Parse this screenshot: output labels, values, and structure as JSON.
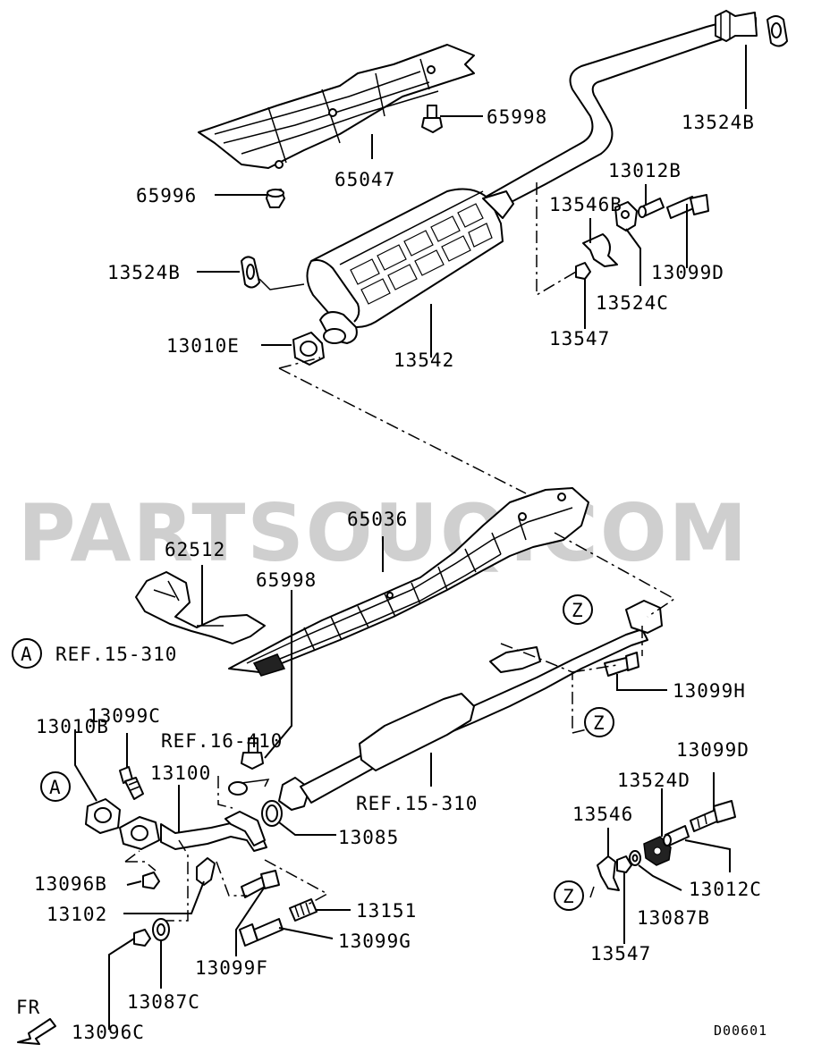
{
  "watermark": "PARTSOUQ.COM",
  "diagram_code": "D00601",
  "direction_label": "FR",
  "callouts": {
    "A": "A",
    "Z": "Z"
  },
  "references": {
    "ref_15_310_top": "REF.15-310",
    "ref_16_410": "REF.16-410",
    "ref_15_310_mid": "REF.15-310"
  },
  "part_labels": {
    "p65998_top": "65998",
    "p65047": "65047",
    "p65996": "65996",
    "p13524B_left": "13524B",
    "p13524B_right": "13524B",
    "p13010E": "13010E",
    "p13542": "13542",
    "p13012B": "13012B",
    "p13546B": "13546B",
    "p13099D_top": "13099D",
    "p13524C": "13524C",
    "p13547_top": "13547",
    "p65036": "65036",
    "p62512": "62512",
    "p65998_mid": "65998",
    "p13099H": "13099H",
    "p13099C": "13099C",
    "p13010B": "13010B",
    "p13100": "13100",
    "p13085": "13085",
    "p13096B": "13096B",
    "p13102": "13102",
    "p13151": "13151",
    "p13099G": "13099G",
    "p13099F": "13099F",
    "p13087C": "13087C",
    "p13096C": "13096C",
    "p13099D_bot": "13099D",
    "p13524D": "13524D",
    "p13546": "13546",
    "p13012C": "13012C",
    "p13087B": "13087B",
    "p13547_bot": "13547"
  }
}
